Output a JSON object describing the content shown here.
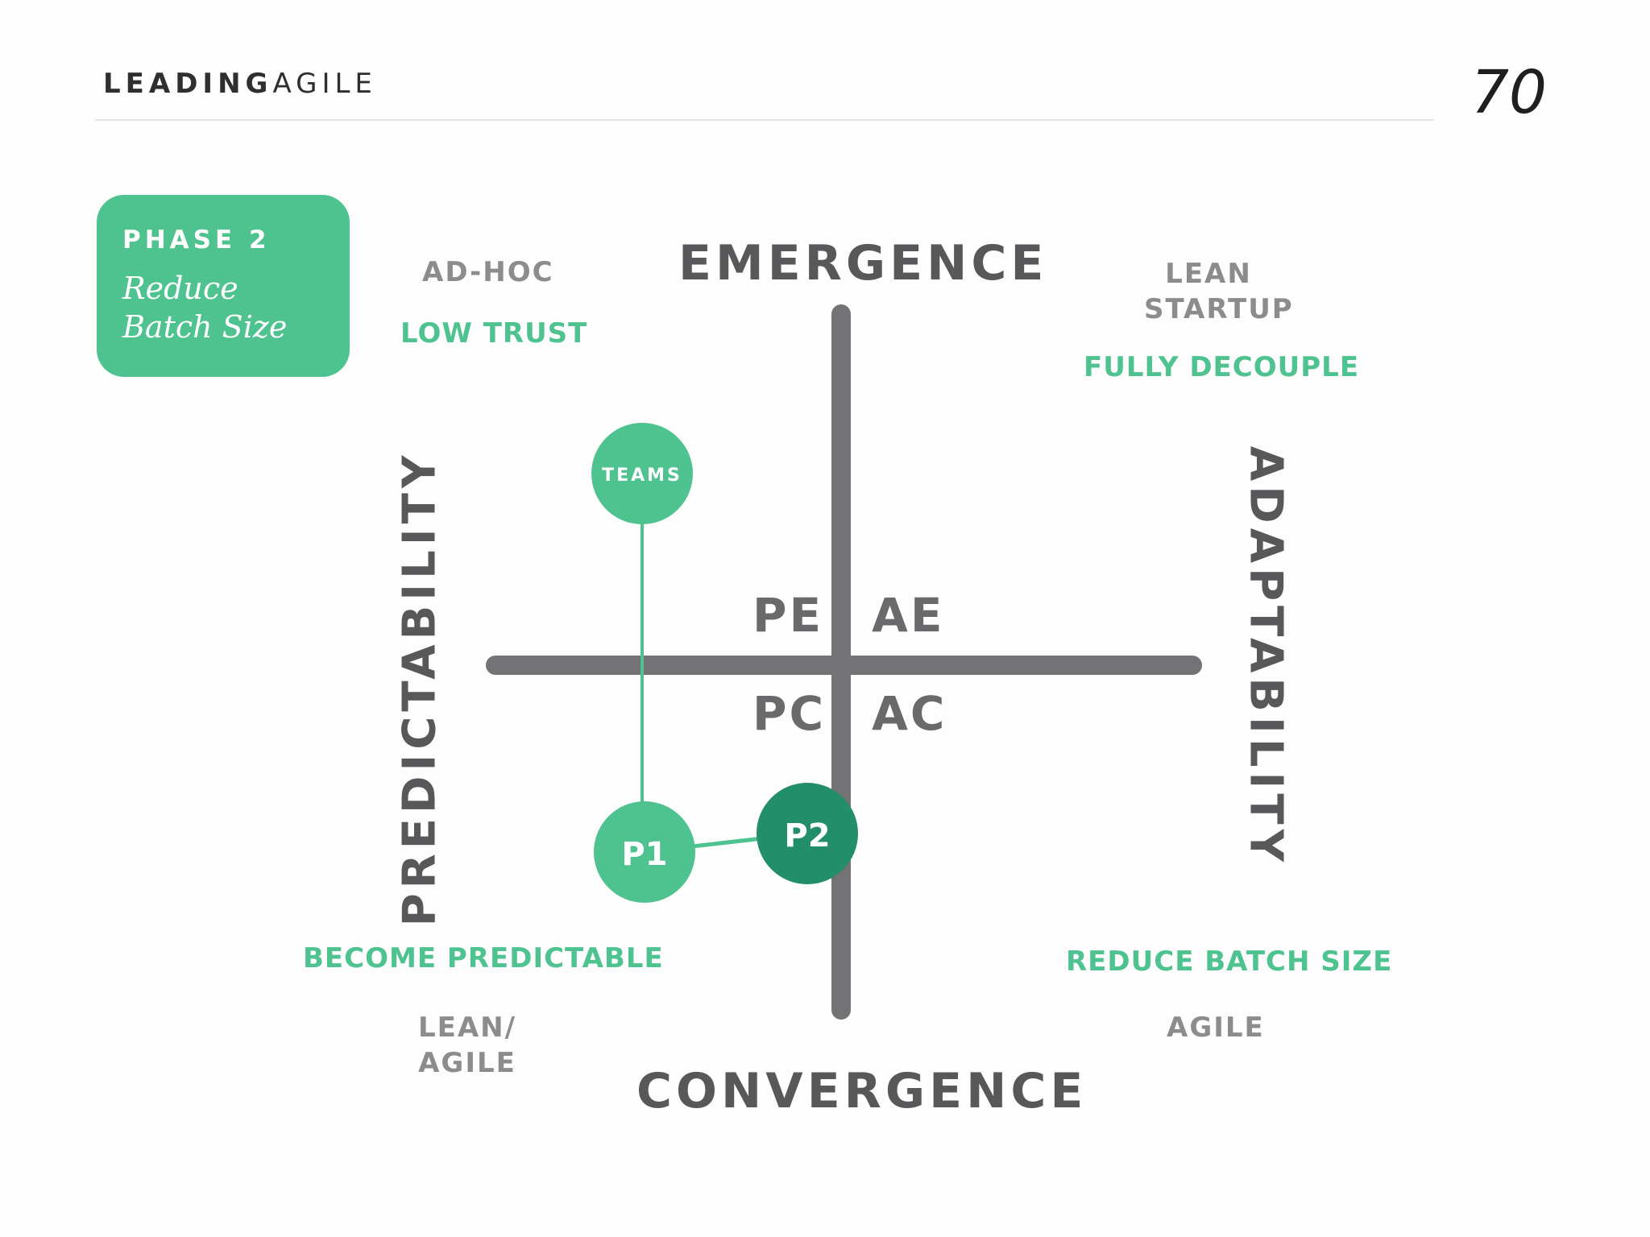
{
  "header": {
    "brand_bold": "LEADING",
    "brand_light": "AGILE",
    "page_number": "70"
  },
  "phase": {
    "label": "PHASE 2",
    "title": "Reduce Batch Size"
  },
  "axes": {
    "top": "EMERGENCE",
    "bottom": "CONVERGENCE",
    "left": "PREDICTABILITY",
    "right": "ADAPTABILITY"
  },
  "quadrants": {
    "pe": "PE",
    "ae": "AE",
    "pc": "PC",
    "ac": "AC"
  },
  "corners": {
    "top_left_gray": "AD-HOC",
    "top_left_green": "LOW TRUST",
    "top_right_gray_line1": "LEAN",
    "top_right_gray_line2": "STARTUP",
    "top_right_green": "FULLY DECOUPLE",
    "bottom_left_green": "BECOME PREDICTABLE",
    "bottom_left_gray_line1": "LEAN/",
    "bottom_left_gray_line2": "AGILE",
    "bottom_right_green": "REDUCE BATCH SIZE",
    "bottom_right_gray": "AGILE"
  },
  "nodes": {
    "teams": "TEAMS",
    "p1": "P1",
    "p2": "P2"
  },
  "colors": {
    "green": "#4ec28f",
    "dark_green": "#238e6a",
    "axis_gray": "#737375",
    "text_gray": "#58585a"
  }
}
